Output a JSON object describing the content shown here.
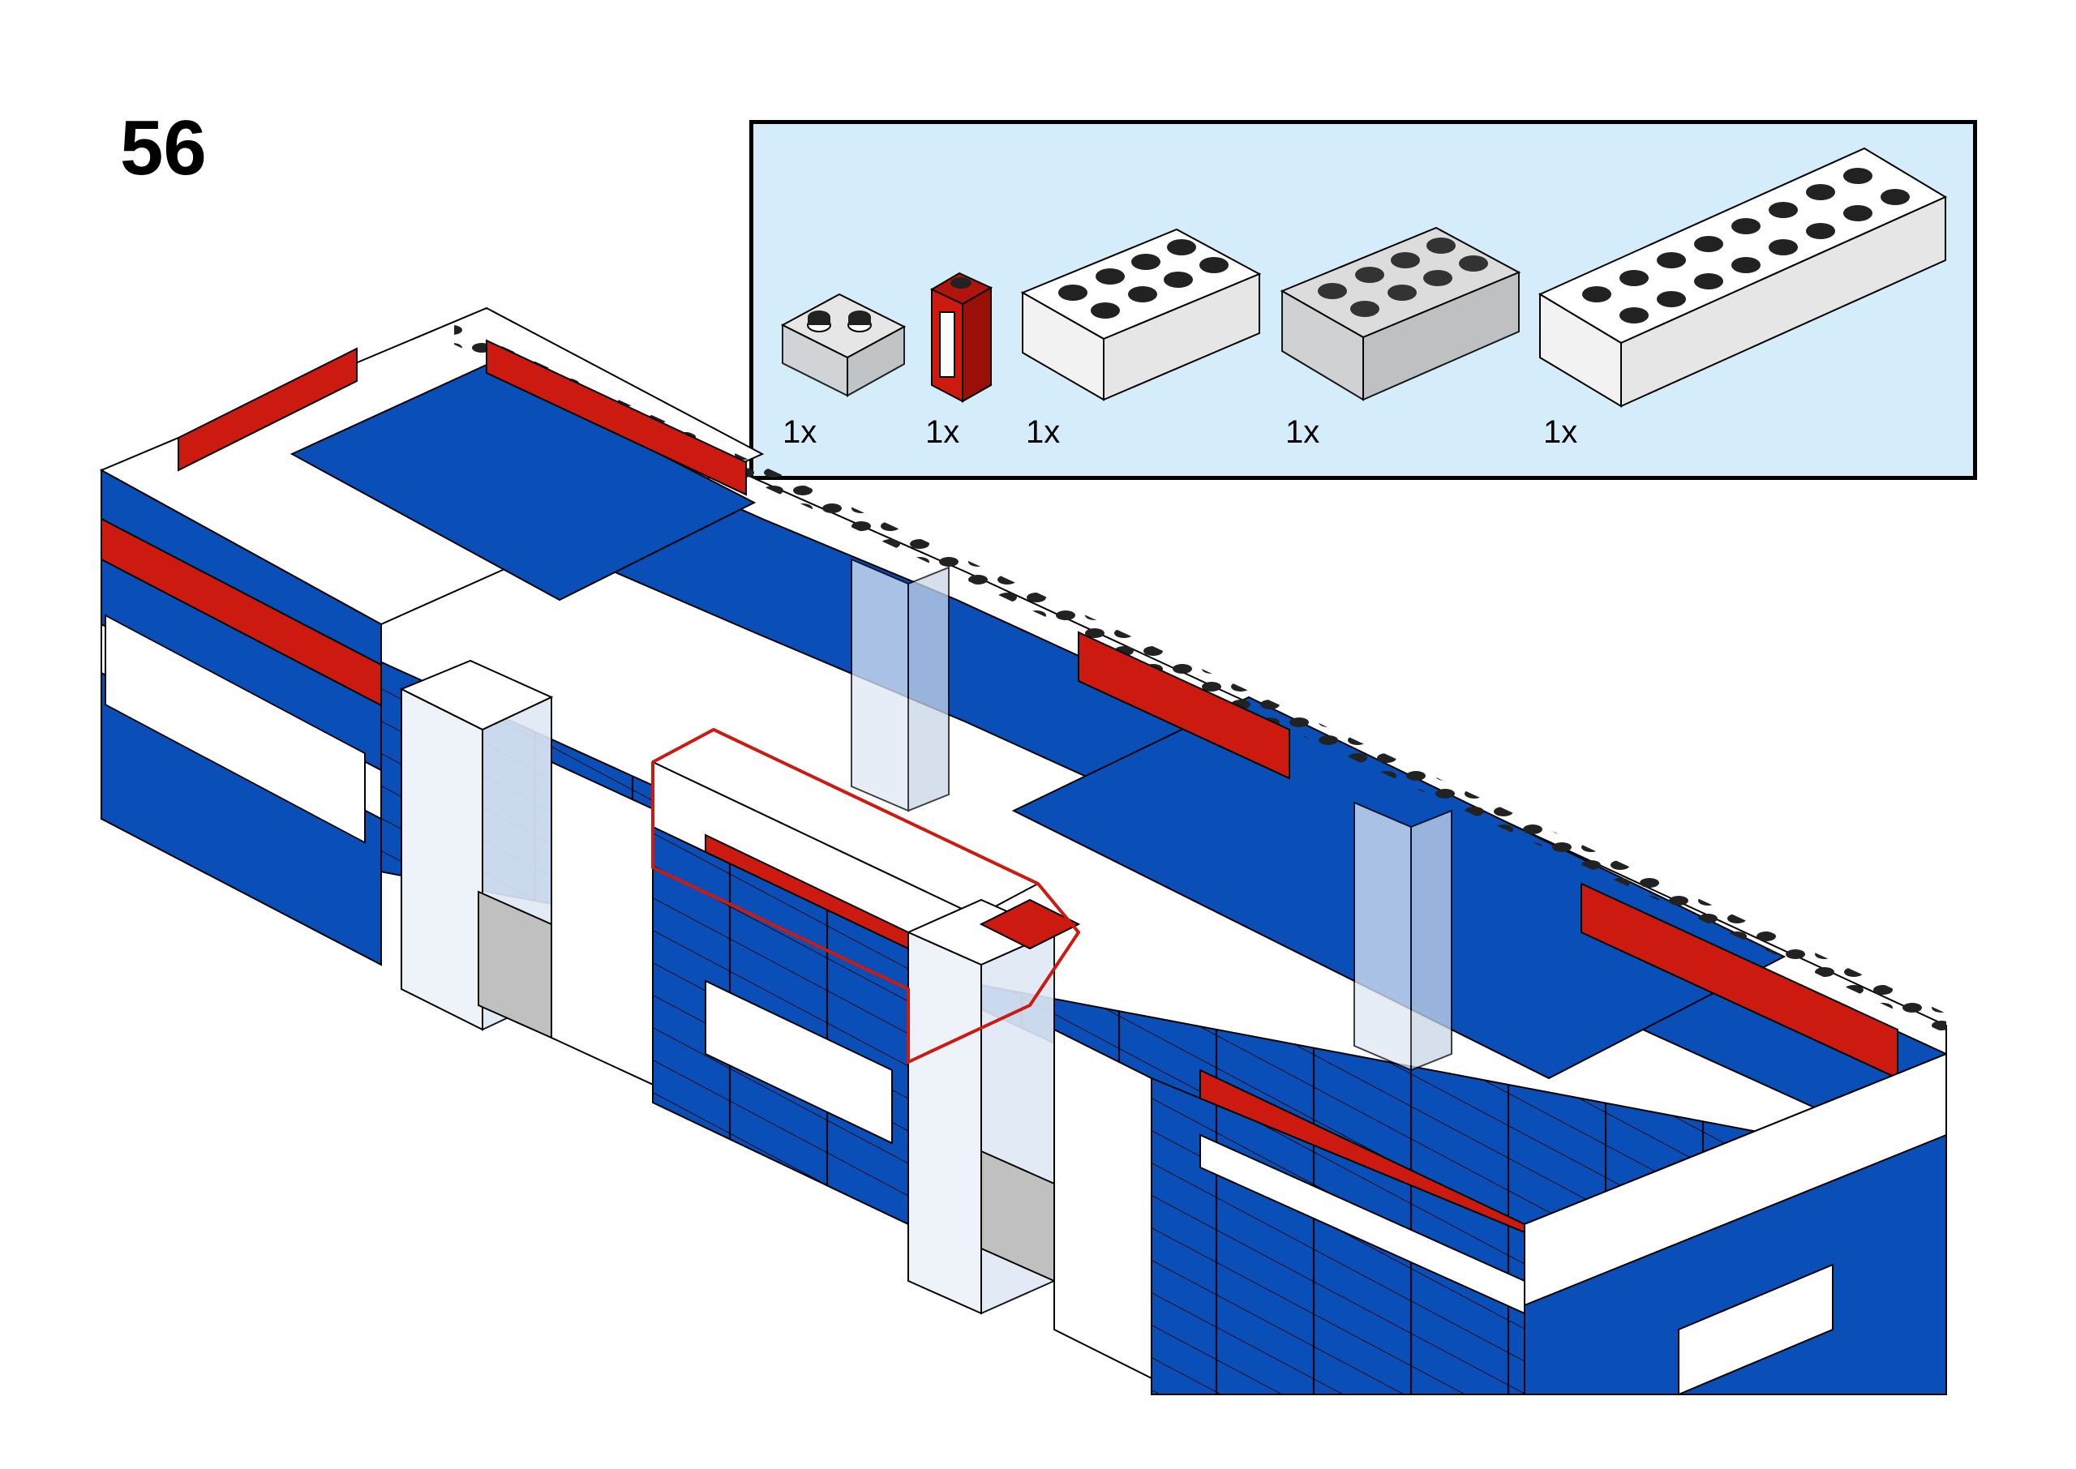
{
  "step": {
    "number": "56"
  },
  "parts_list": {
    "items": [
      {
        "qty": "1x",
        "part": "brick-1x2",
        "color": "#c9c9c9",
        "transparent": true
      },
      {
        "qty": "1x",
        "part": "window-1x1x2",
        "color": "#cc1a10"
      },
      {
        "qty": "1x",
        "part": "brick-2x4",
        "color": "#ffffff"
      },
      {
        "qty": "1x",
        "part": "brick-2x4",
        "color": "#c9c9c9",
        "transparent": true
      },
      {
        "qty": "1x",
        "part": "brick-2x8",
        "color": "#ffffff"
      }
    ]
  },
  "colors": {
    "blue": "#0a4fb8",
    "white": "#ffffff",
    "red": "#cc1a10",
    "trans_clear": "#dfe8f4",
    "parts_background": "#d5edfb",
    "outline": "#000000"
  }
}
